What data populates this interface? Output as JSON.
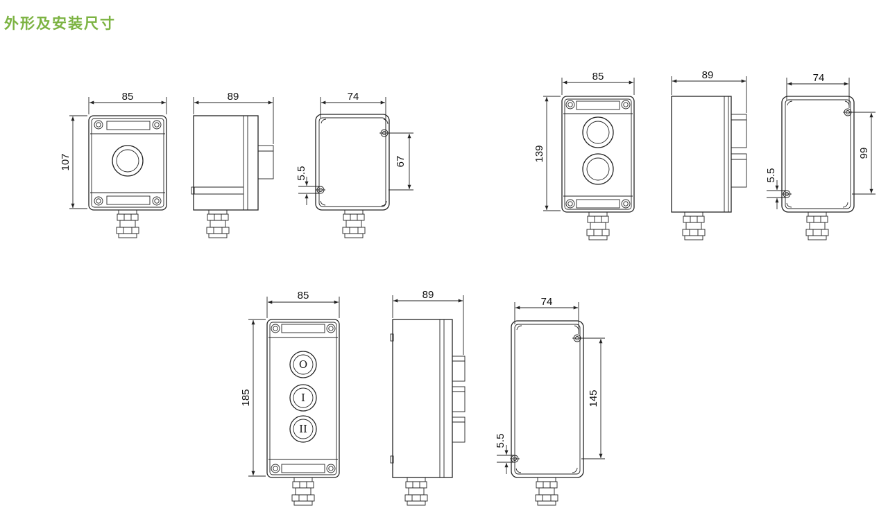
{
  "title": "外形及安装尺寸",
  "variants": [
    {
      "dims": {
        "width": "85",
        "depth": "89",
        "mount_width": "74",
        "height": "107",
        "mount_height": "67",
        "hole": "5.5"
      }
    },
    {
      "dims": {
        "width": "85",
        "depth": "89",
        "mount_width": "74",
        "height": "139",
        "mount_height": "99",
        "hole": "5.5"
      }
    },
    {
      "dims": {
        "width": "85",
        "depth": "89",
        "mount_width": "74",
        "height": "185",
        "mount_height": "145",
        "hole": "5.5"
      },
      "buttons": [
        "O",
        "I",
        "II"
      ]
    }
  ]
}
